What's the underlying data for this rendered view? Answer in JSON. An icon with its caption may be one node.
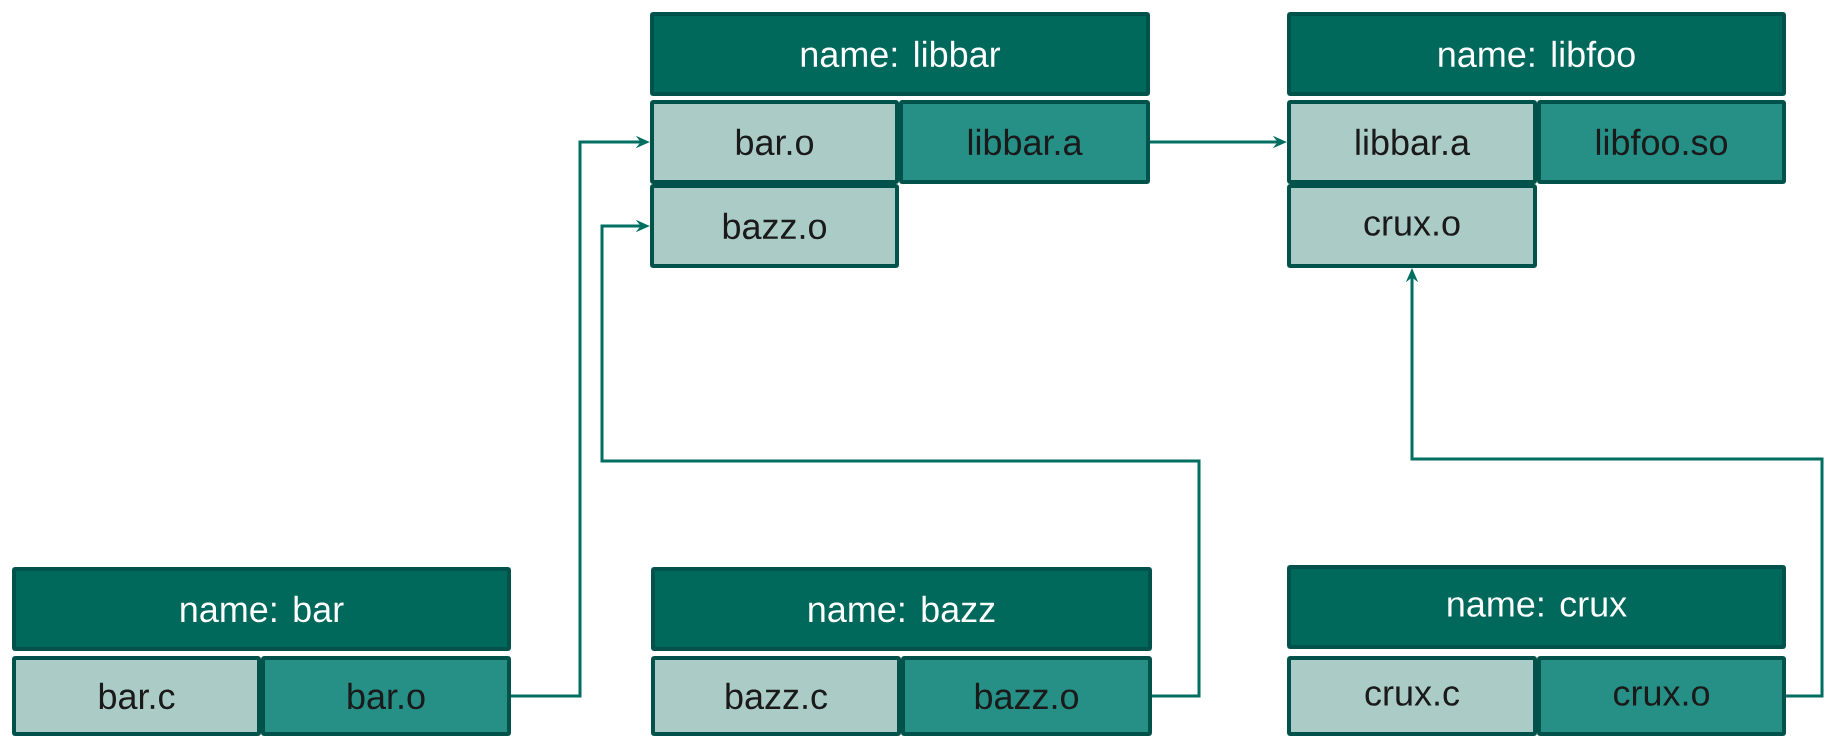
{
  "diagram": {
    "nodes": [
      {
        "text": [
          "name: libbar"
        ]
      },
      {
        "text": [
          "bar.o"
        ]
      },
      {
        "text": [
          "libbar.a"
        ]
      },
      {
        "text": [
          "bazz.o"
        ]
      },
      {
        "text": [
          "name: libfoo"
        ]
      },
      {
        "text": [
          "libbar.a"
        ]
      },
      {
        "text": [
          "libfoo.so"
        ]
      },
      {
        "text": [
          "crux.o"
        ]
      },
      {
        "text": [
          "name: bar"
        ]
      },
      {
        "text": [
          "bar.c"
        ]
      },
      {
        "text": [
          "bar.o"
        ]
      },
      {
        "text": [
          "name: bazz"
        ]
      },
      {
        "text": [
          "bazz.c"
        ]
      },
      {
        "text": [
          "bazz.o"
        ]
      },
      {
        "text": [
          "name: crux"
        ]
      },
      {
        "text": [
          "crux.c"
        ]
      },
      {
        "text": [
          "crux.o"
        ]
      }
    ],
    "edges": [
      {
        "from": 10,
        "to": 1,
        "arrow": "to"
      },
      {
        "from": 13,
        "to": 3,
        "arrow": "to"
      },
      {
        "from": 2,
        "to": 5,
        "arrow": "to"
      },
      {
        "from": 16,
        "to": 7,
        "arrow": "to"
      }
    ]
  }
}
